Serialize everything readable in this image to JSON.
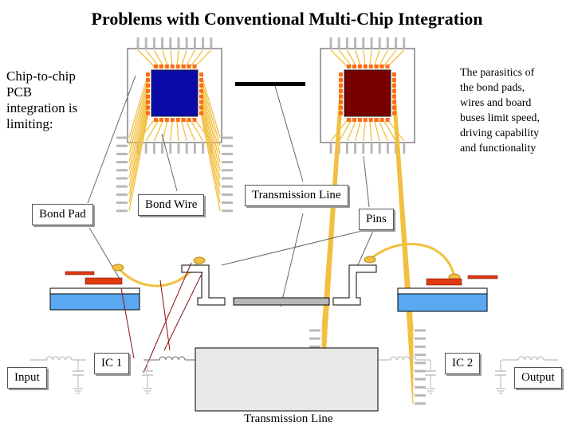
{
  "title": "Problems with Conventional Multi-Chip Integration",
  "left_text": [
    "Chip-to-chip",
    "PCB",
    "integration is",
    "limiting:"
  ],
  "right_text": [
    "The parasitics of",
    "the bond pads,",
    "wires and board",
    "buses limit speed,",
    "driving capability",
    "and functionality"
  ],
  "labels": {
    "bond_pad": "Bond Pad",
    "bond_wire": "Bond Wire",
    "transmission_line_top": "Transmission Line",
    "pins": "Pins",
    "ic1": "IC 1",
    "ic2": "IC 2",
    "input": "Input",
    "output": "Output",
    "transmission_line_bottom": "Transmission Line"
  },
  "colors": {
    "chip1": "#0a0aa8",
    "chip2": "#7a0000",
    "pad": "#ff6a1a",
    "wire": "#f2c040",
    "board_blue": "#5aa8f0",
    "pcb_red": "#e03a10",
    "pin_gray": "#b8b8b8",
    "schematic_gray": "#c0c0c0"
  }
}
